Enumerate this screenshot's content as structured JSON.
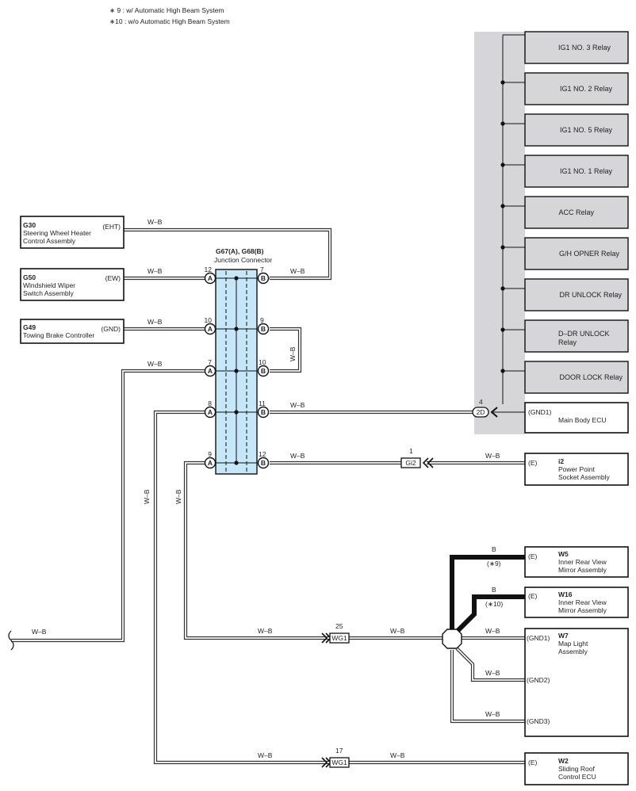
{
  "notes": {
    "n9": "∗ 9 : w/ Automatic High Beam System",
    "n10": "∗10 : w/o Automatic High Beam System"
  },
  "wire_color": "W–B",
  "wire_color_b": "B",
  "junction": {
    "title": "G67(A), G68(B)",
    "subtitle": "Junction Connector",
    "pins_a": [
      {
        "num": "12",
        "letter": "A"
      },
      {
        "num": "10",
        "letter": "A"
      },
      {
        "num": "7",
        "letter": "A"
      },
      {
        "num": "8",
        "letter": "A"
      },
      {
        "num": "9",
        "letter": "A"
      }
    ],
    "pins_b": [
      {
        "num": "7",
        "letter": "B"
      },
      {
        "num": "9",
        "letter": "B"
      },
      {
        "num": "10",
        "letter": "B"
      },
      {
        "num": "11",
        "letter": "B"
      },
      {
        "num": "12",
        "letter": "B"
      }
    ]
  },
  "left_components": [
    {
      "code": "G30",
      "name1": "Steering Wheel Heater",
      "name2": "Control Assembly",
      "term": "(EHT)"
    },
    {
      "code": "G50",
      "name1": "Windshield Wiper",
      "name2": "Switch Assembly",
      "term": "(EW)"
    },
    {
      "code": "G49",
      "name1": "Towing Brake Controller",
      "name2": "",
      "term": "(GND)"
    }
  ],
  "relays": [
    "IG1 NO. 3 Relay",
    "IG1 NO. 2 Relay",
    "IG1 NO. 5 Relay",
    "IG1 NO. 1 Relay",
    "ACC Relay",
    "G/H OPNER Relay",
    "DR UNLOCK Relay",
    "D–DR UNLOCK",
    "Relay",
    "DOOR LOCK Relay"
  ],
  "main_body_ecu": {
    "term": "(GND1)",
    "name": "Main Body ECU"
  },
  "connectors": {
    "c2d": {
      "num": "4",
      "label": "2D"
    },
    "gi2": {
      "num": "1",
      "label": "Gi2"
    },
    "wg1a": {
      "num": "25",
      "label": "WG1"
    },
    "wg1b": {
      "num": "17",
      "label": "WG1"
    }
  },
  "right_components": {
    "i2": {
      "code": "i2",
      "name1": "Power Point",
      "name2": "Socket Assembly",
      "term": "(E)"
    },
    "w5": {
      "code": "W5",
      "name1": "Inner Rear View",
      "name2": "Mirror Assembly",
      "term": "(E)",
      "note": "(∗9)"
    },
    "w16": {
      "code": "W16",
      "name1": "Inner Rear View",
      "name2": "Mirror Assembly",
      "term": "(E)",
      "note": "(∗10)"
    },
    "w7": {
      "code": "W7",
      "name1": "Map Light",
      "name2": "Assembly",
      "term1": "(GND1)",
      "term2": "(GND2)",
      "term3": "(GND3)"
    },
    "w2": {
      "code": "W2",
      "name1": "Sliding Roof",
      "name2": "Control ECU",
      "term": "(E)"
    }
  }
}
